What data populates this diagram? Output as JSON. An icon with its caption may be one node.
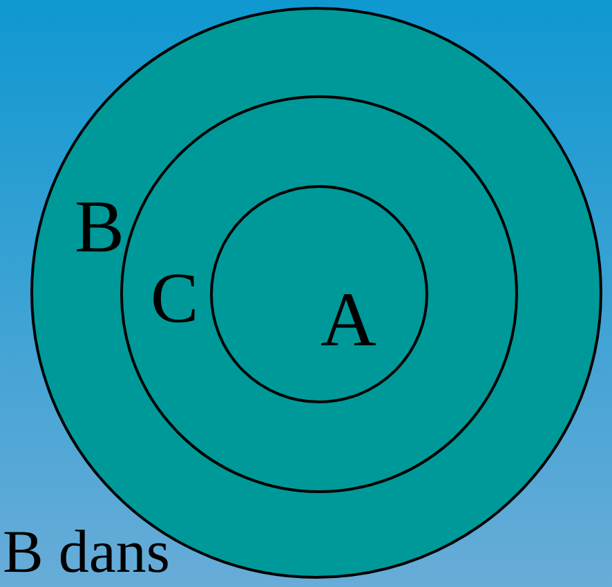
{
  "diagram": {
    "nodes": [
      {
        "text": [
          "B"
        ]
      },
      {
        "text": [
          "C"
        ],
        "in": 0
      },
      {
        "text": [
          "A"
        ],
        "in": 1
      }
    ],
    "edges": [],
    "labels": [
      "B dans"
    ]
  }
}
